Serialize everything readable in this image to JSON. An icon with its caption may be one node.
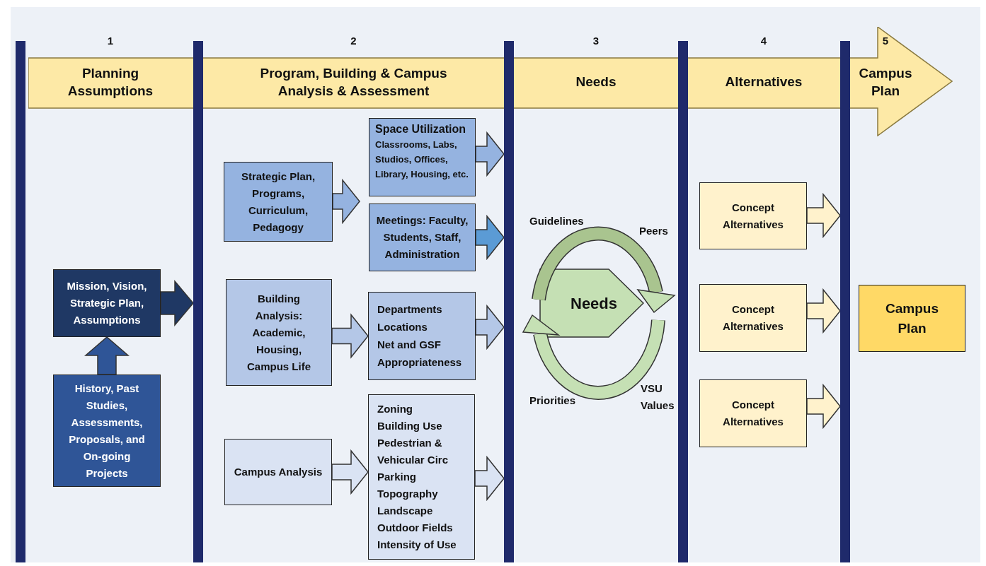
{
  "diagram": {
    "nodes": [
      {
        "text": [],
        "shape": "arrow"
      },
      {
        "text": [
          "1",
          "Planning Assumptions"
        ],
        "in": 0
      },
      {
        "text": [
          "2",
          "Program, Building & Campus Analysis & Assessment"
        ],
        "in": 0
      },
      {
        "text": [
          "3",
          "Needs"
        ],
        "in": 0
      },
      {
        "text": [
          "4",
          "Alternatives"
        ],
        "in": 0
      },
      {
        "text": [
          "5",
          "Campus Plan"
        ],
        "in": 0
      },
      {
        "text": [
          "Mission, Vision, Strategic Plan, Assumptions"
        ]
      },
      {
        "text": [
          "History, Past Studies, Assessments, Proposals, and On-going Projects"
        ]
      },
      {
        "text": [
          "Strategic Plan, Programs, Curriculum, Pedagogy"
        ]
      },
      {
        "text": [
          "Space Utilization",
          "Classrooms, Labs, Studios, Offices, Library, Housing, etc."
        ]
      },
      {
        "text": [
          "Meetings: Faculty, Students, Staff, Administration"
        ]
      },
      {
        "text": [
          "Building Analysis: Academic, Housing, Campus Life"
        ]
      },
      {
        "text": [
          "Departments",
          "Locations",
          "Net and GSF",
          "Appropriateness"
        ]
      },
      {
        "text": [
          "Campus Analysis"
        ]
      },
      {
        "text": [
          "Zoning",
          "Building Use",
          "Pedestrian & Vehicular Circ",
          "Parking",
          "Topography",
          "Landscape",
          "Outdoor Fields",
          "Intensity of Use"
        ]
      },
      {
        "text": [
          "Needs"
        ]
      },
      {
        "text": [
          "Concept Alternatives"
        ]
      },
      {
        "text": [
          "Concept Alternatives"
        ]
      },
      {
        "text": [
          "Concept Alternatives"
        ]
      },
      {
        "text": [
          "Campus Plan"
        ]
      },
      {
        "text": [],
        "shape": "bar"
      },
      {
        "text": [],
        "shape": "bar"
      },
      {
        "text": [],
        "shape": "bar"
      },
      {
        "text": [],
        "shape": "bar"
      },
      {
        "text": [],
        "shape": "bar"
      }
    ],
    "edges": [
      {
        "from": 7,
        "to": 6,
        "arrow": "to"
      },
      {
        "from": 6,
        "to": 21,
        "arrow": "to"
      },
      {
        "from": 8,
        "to": null,
        "arrow": "to"
      },
      {
        "from": 9,
        "to": 22,
        "arrow": "to"
      },
      {
        "from": 10,
        "to": 22,
        "arrow": "to",
        "color": "#5b9bd5"
      },
      {
        "from": 11,
        "to": 12,
        "arrow": "to"
      },
      {
        "from": 12,
        "to": 22,
        "arrow": "to"
      },
      {
        "from": 13,
        "to": 14,
        "arrow": "to"
      },
      {
        "from": 14,
        "to": 22,
        "arrow": "to"
      },
      {
        "from": 16,
        "to": 24,
        "arrow": "to"
      },
      {
        "from": 17,
        "to": 24,
        "arrow": "to"
      },
      {
        "from": 18,
        "to": 24,
        "arrow": "to"
      }
    ],
    "labels": [
      "Guidelines",
      "Peers",
      "Priorities",
      "VSU Values"
    ]
  }
}
